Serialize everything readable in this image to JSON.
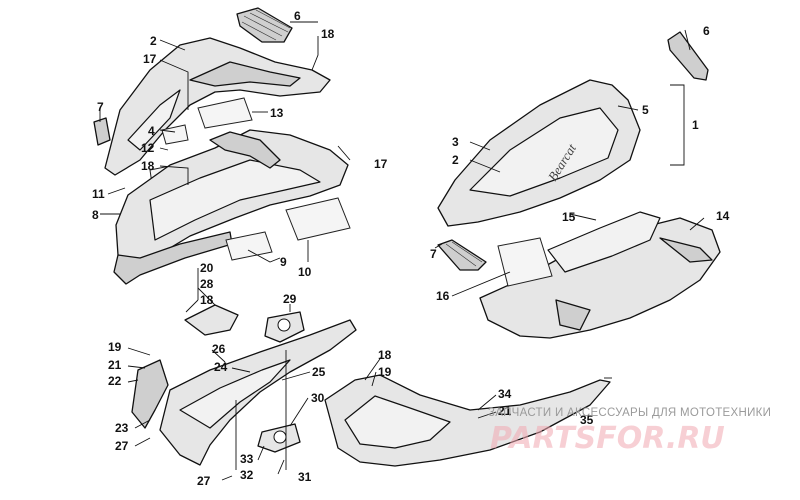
{
  "callouts": [
    {
      "id": "c6a",
      "text": "6"
    },
    {
      "id": "c18a",
      "text": "18"
    },
    {
      "id": "c2a",
      "text": "2"
    },
    {
      "id": "c17a",
      "text": "17"
    },
    {
      "id": "c7a",
      "text": "7"
    },
    {
      "id": "c13",
      "text": "13"
    },
    {
      "id": "c4",
      "text": "4"
    },
    {
      "id": "c12",
      "text": "12"
    },
    {
      "id": "c18b",
      "text": "18"
    },
    {
      "id": "c17b",
      "text": "17"
    },
    {
      "id": "c11",
      "text": "11"
    },
    {
      "id": "c8",
      "text": "8"
    },
    {
      "id": "c9",
      "text": "9"
    },
    {
      "id": "c10",
      "text": "10"
    },
    {
      "id": "c6b",
      "text": "6"
    },
    {
      "id": "c5",
      "text": "5"
    },
    {
      "id": "c1",
      "text": "1"
    },
    {
      "id": "c3",
      "text": "3"
    },
    {
      "id": "c2b",
      "text": "2"
    },
    {
      "id": "c15",
      "text": "15"
    },
    {
      "id": "c14",
      "text": "14"
    },
    {
      "id": "c7b",
      "text": "7"
    },
    {
      "id": "c16",
      "text": "16"
    },
    {
      "id": "c20",
      "text": "20"
    },
    {
      "id": "c28",
      "text": "28"
    },
    {
      "id": "c18c",
      "text": "18"
    },
    {
      "id": "c29",
      "text": "29"
    },
    {
      "id": "c19a",
      "text": "19"
    },
    {
      "id": "c26",
      "text": "26"
    },
    {
      "id": "c21a",
      "text": "21"
    },
    {
      "id": "c24",
      "text": "24"
    },
    {
      "id": "c22",
      "text": "22"
    },
    {
      "id": "c25",
      "text": "25"
    },
    {
      "id": "c18d",
      "text": "18"
    },
    {
      "id": "c19b",
      "text": "19"
    },
    {
      "id": "c30",
      "text": "30"
    },
    {
      "id": "c34",
      "text": "34"
    },
    {
      "id": "c21b",
      "text": "21"
    },
    {
      "id": "c35",
      "text": "35"
    },
    {
      "id": "c23",
      "text": "23"
    },
    {
      "id": "c27a",
      "text": "27"
    },
    {
      "id": "c33",
      "text": "33"
    },
    {
      "id": "c32",
      "text": "32"
    },
    {
      "id": "c31",
      "text": "31"
    },
    {
      "id": "c27b",
      "text": "27"
    }
  ],
  "panel_brand_text": "Bearcat",
  "watermark": {
    "subtitle": "ЗАПЧАСТИ И АКСЕССУАРЫ ДЛЯ МОТОТЕХНИКИ",
    "logo": "PARTSFOR.RU"
  }
}
